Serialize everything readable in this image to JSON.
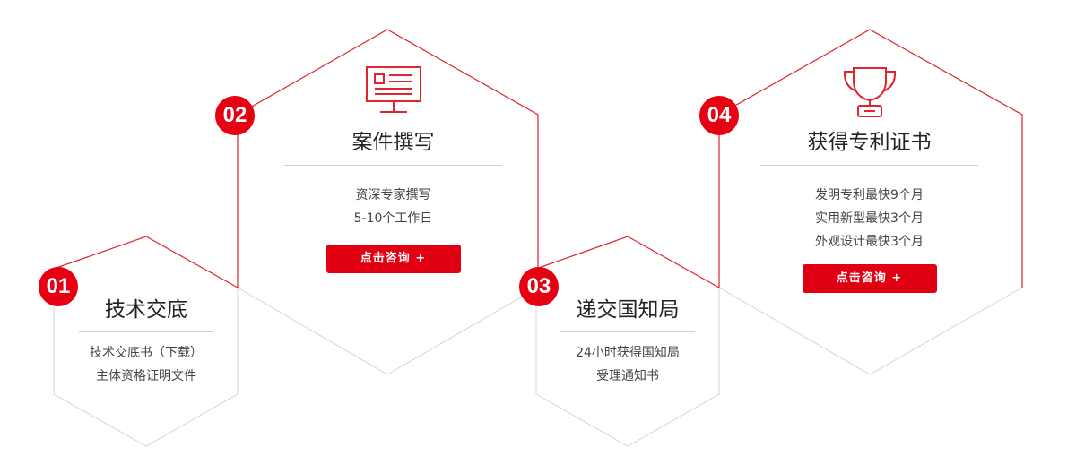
{
  "colors": {
    "accent": "#e60012",
    "line_red": "#e2232e",
    "line_gray": "#d4d4d4"
  },
  "steps": [
    {
      "number": "01",
      "title": "技术交底",
      "lines": [
        "技术交底书（下载）",
        "主体资格证明文件"
      ],
      "icon": null,
      "button": null
    },
    {
      "number": "02",
      "title": "案件撰写",
      "lines": [
        "资深专家撰写",
        "5-10个工作日"
      ],
      "icon": "computer-monitor-icon",
      "button": "点击咨询 +"
    },
    {
      "number": "03",
      "title": "递交国知局",
      "lines": [
        "24小时获得国知局",
        "受理通知书"
      ],
      "icon": null,
      "button": null
    },
    {
      "number": "04",
      "title": "获得专利证书",
      "lines": [
        "发明专利最快9个月",
        "实用新型最快3个月",
        "外观设计最快3个月"
      ],
      "icon": "trophy-icon",
      "button": "点击咨询 +"
    }
  ]
}
